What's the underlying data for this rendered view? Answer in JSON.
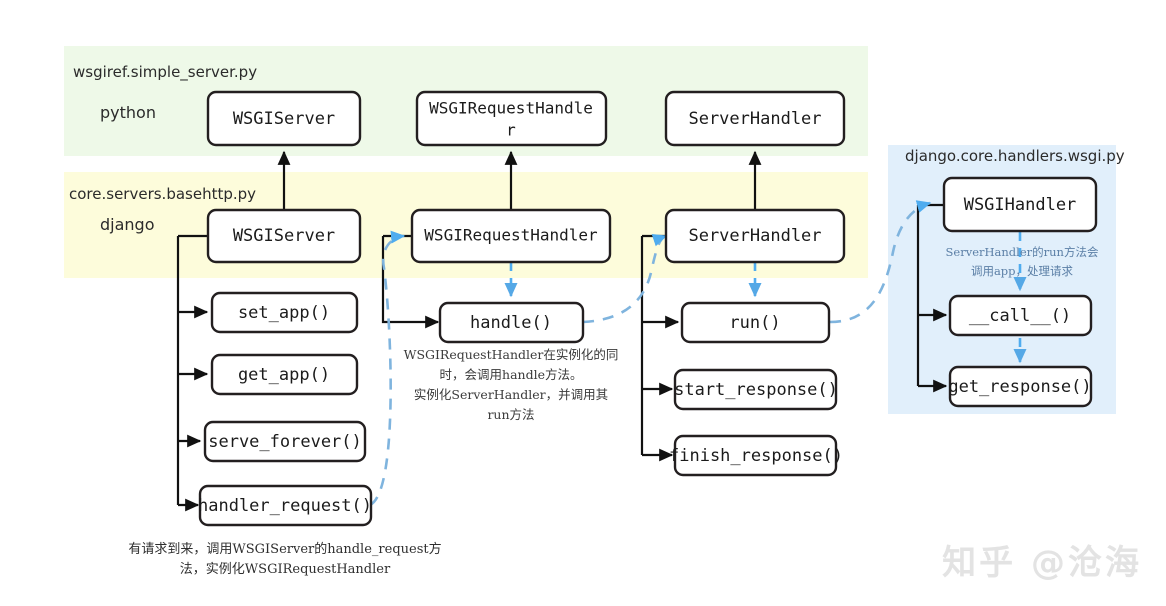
{
  "diagram": {
    "title": "Django WSGI request handling flow",
    "colors": {
      "band_python": "#eef9e8",
      "band_django": "#fdfcdb",
      "panel_wsgi": "#e1effb",
      "box_stroke": "#231f20",
      "solid_edge": "#111111",
      "dashed_edge": "#7fb4de",
      "blue_edge": "#4facef",
      "watermark": "#e3e3e3"
    },
    "bands": [
      {
        "id": "python-band",
        "module": "wsgiref.simple_server.py",
        "language": "python"
      },
      {
        "id": "django-band",
        "module": "core.servers.basehttp.py",
        "language": "django"
      }
    ],
    "panel": {
      "id": "wsgi-panel",
      "module": "django.core.handlers.wsgi.py"
    },
    "nodes": {
      "python_wsgiserver": "WSGIServer",
      "python_wsgirequesthandler_line1": "WSGIRequestHandle",
      "python_wsgirequesthandler_line2": "r",
      "python_serverhandler": "ServerHandler",
      "django_wsgiserver": "WSGIServer",
      "django_wsgirequesthandler": "WSGIRequestHandler",
      "django_serverhandler": "ServerHandler",
      "set_app": "set_app()",
      "get_app": "get_app()",
      "serve_forever": "serve_forever()",
      "handler_request": "handler_request()",
      "handle": "handle()",
      "run": "run()",
      "start_response": "start_response()",
      "finish_response": "finish_response()",
      "wsgihandler": "WSGIHandler",
      "call": "__call__()",
      "get_response": "get_response()"
    },
    "notes": {
      "handle_note_line1": "WSGIRequestHandler在实例化的同",
      "handle_note_line2": "时，会调用handle方法。",
      "handle_note_line3": "实例化ServerHandler，并调用其",
      "handle_note_line4": "run方法",
      "wsgi_note_line1": "ServerHandler的run方法会",
      "wsgi_note_line2": "调用app，处理请求",
      "caption_line1": "有请求到来，调用WSGIServer的handle_request方",
      "caption_line2": "法，实例化WSGIRequestHandler"
    },
    "watermark": "知乎 @沧海"
  }
}
